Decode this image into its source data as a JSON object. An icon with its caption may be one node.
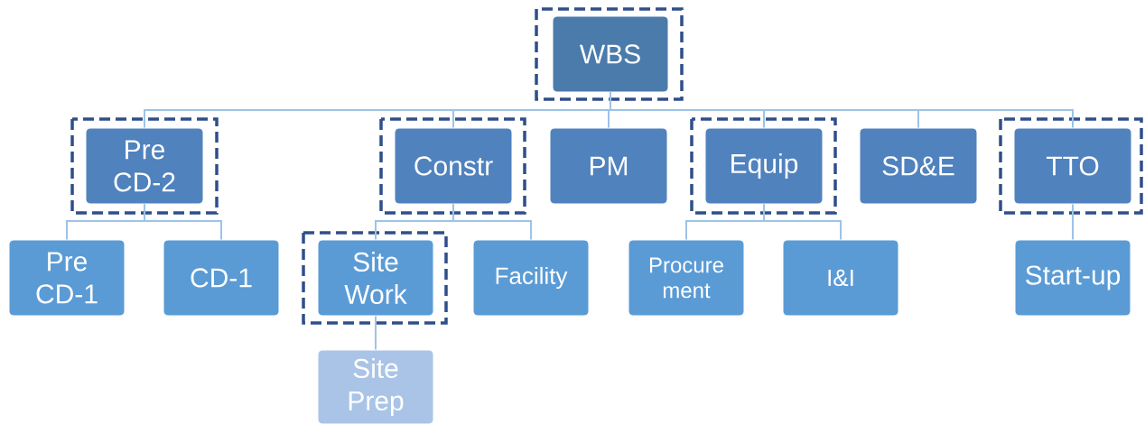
{
  "diagram": {
    "nodes": [
      {
        "text": [
          "WBS"
        ]
      },
      {
        "text": [
          "Pre CD-2"
        ]
      },
      {
        "text": [
          "Constr"
        ]
      },
      {
        "text": [
          "PM"
        ]
      },
      {
        "text": [
          "Equip"
        ]
      },
      {
        "text": [
          "SD&E"
        ]
      },
      {
        "text": [
          "TTO"
        ]
      },
      {
        "text": [
          "Pre CD-1"
        ]
      },
      {
        "text": [
          "CD-1"
        ]
      },
      {
        "text": [
          "Site Work"
        ]
      },
      {
        "text": [
          "Facility"
        ]
      },
      {
        "text": [
          "Procure ment"
        ]
      },
      {
        "text": [
          "I&I"
        ]
      },
      {
        "text": [
          "Start-up"
        ]
      },
      {
        "text": [
          "Site Prep"
        ]
      }
    ],
    "edges": [
      {
        "from": 0,
        "to": 1,
        "arrow": "none"
      },
      {
        "from": 0,
        "to": 2,
        "arrow": "none"
      },
      {
        "from": 0,
        "to": 3,
        "arrow": "none"
      },
      {
        "from": 0,
        "to": 4,
        "arrow": "none"
      },
      {
        "from": 0,
        "to": 5,
        "arrow": "none"
      },
      {
        "from": 0,
        "to": 6,
        "arrow": "none"
      },
      {
        "from": 1,
        "to": 7,
        "arrow": "none"
      },
      {
        "from": 1,
        "to": 8,
        "arrow": "none"
      },
      {
        "from": 2,
        "to": 9,
        "arrow": "none"
      },
      {
        "from": 2,
        "to": 10,
        "arrow": "none"
      },
      {
        "from": 4,
        "to": 11,
        "arrow": "none"
      },
      {
        "from": 4,
        "to": 12,
        "arrow": "none"
      },
      {
        "from": 6,
        "to": 13,
        "arrow": "none"
      },
      {
        "from": 9,
        "to": 14,
        "arrow": "none"
      }
    ]
  }
}
